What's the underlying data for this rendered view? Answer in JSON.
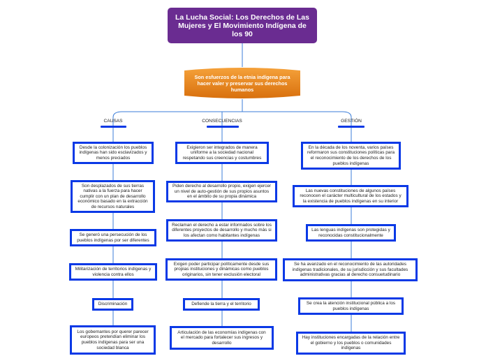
{
  "title": "La Lucha Social: Los Derechos de Las Mujeres y El Movimiento Indígena de los 90",
  "central": "Son esfuerzos de la etnia indígena para hacer valer y preservar sus derechos humanos",
  "branches": {
    "causas": {
      "label": "CAUSAS",
      "items": [
        "Desde la colonización los pueblos indígenas han sido esclavizados y menos preciados",
        "Son desplazados de sus tierras nativas a la fuerza para hacer cumplir con un plan de desarrollo económico basado en la extracción de recursos naturales",
        "Se generó una persecución de los pueblos indígenas por ser diferentes",
        "Militarización de territorios indígenas y violencia contra ellos",
        "Discriminación",
        "Los gobernantes por querer parecer europeos pretendían eliminar los pueblos indígenas para ser una sociedad blanca"
      ]
    },
    "consecuencias": {
      "label": "CONSECUENCIAS",
      "items": [
        "Exigieron ser integrados de manera uniforme a la sociedad nacional respetando sus creencias y costumbres",
        "Piden derecho al desarrollo propio, exigen ejercer un nivel de auto-gestión de sus propios asuntos en el ámbito de su propia dinámica",
        "Reclaman el derecho a estar informados sobre los diferentes proyectos de desarrollo y mucho más si los afectan como habitantes indígenas",
        "Exigen poder participar políticamente desde sus propias instituciones y dinámicas como pueblos originarios, sin tener exclusión electoral",
        "Defiende la tierra y el territorio",
        "Articulación de las economías indígenas con el mercado para fortalecer sus ingresos y desarrollo"
      ]
    },
    "gestion": {
      "label": "GESTIÓN",
      "items": [
        "En la década de los noventa, varios países reformaron sus constituciones políticas para el reconocimiento de los derechos de los pueblos indígenas",
        "Las nuevas constituciones de algunos países reconocen el carácter multicultural de los estados y la existencia de pueblos indígenas en su interior",
        "Las lenguas indígenas son protegidas y reconocidas constitucionalmente",
        "Se ha avanzado en el reconocimiento de las autoridades indígenas tradicionales, de su jurisdicción y sus facultades administrativas gracias al derecho consuetudinario",
        "Se crea la atención institucional pública a los pueblos indígenas",
        "Hay instituciones encargadas de la relación entre el gobierno y los pueblos o comunidades indígenas"
      ]
    }
  },
  "colors": {
    "title_bg": "#6a2c91",
    "central_bg": "#e07b14",
    "node_border": "#0a39e6",
    "connector": "#3b7dd8"
  }
}
